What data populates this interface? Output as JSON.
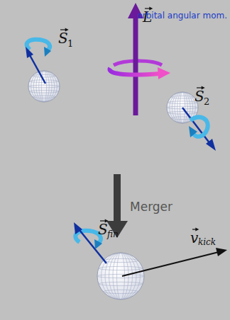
{
  "diagram": {
    "labels": [
      "L",
      "orbital angular mom.",
      "S",
      "1",
      "S",
      "2",
      "Merger",
      "S",
      "fin",
      "v",
      "kick"
    ]
  }
}
